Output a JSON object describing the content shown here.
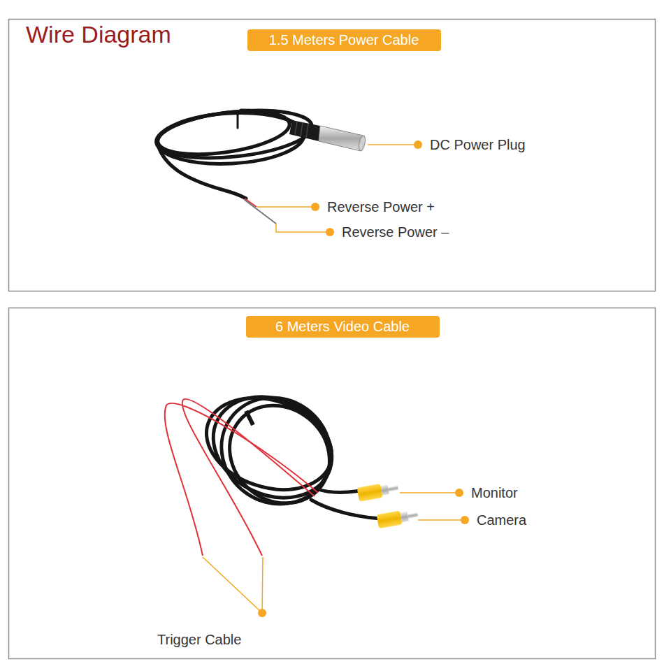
{
  "diagram": {
    "title": "Wire Diagram",
    "nodes": [
      {
        "text": [
          "1.5 Meters Power Cable"
        ]
      },
      {
        "text": [
          "6 Meters Video Cable"
        ]
      }
    ],
    "labels": [
      "DC Power Plug",
      "Reverse Power +",
      "Reverse Power –",
      "Monitor",
      "Camera",
      "Trigger Cable"
    ]
  }
}
